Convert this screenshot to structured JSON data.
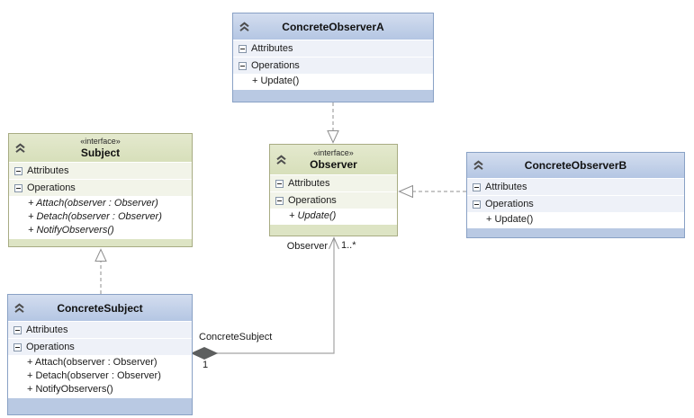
{
  "classes": [
    {
      "name": "ConcreteObserverA",
      "attributes_label": "Attributes",
      "operations_label": "Operations",
      "operations": [
        "+ Update()"
      ]
    },
    {
      "stereotype": "«interface»",
      "name": "Subject",
      "attributes_label": "Attributes",
      "operations_label": "Operations",
      "operations": [
        "+ Attach(observer : Observer)",
        "+ Detach(observer : Observer)",
        "+ NotifyObservers()"
      ]
    },
    {
      "stereotype": "«interface»",
      "name": "Observer",
      "attributes_label": "Attributes",
      "operations_label": "Operations",
      "operations": [
        "+ Update()"
      ]
    },
    {
      "name": "ConcreteObserverB",
      "attributes_label": "Attributes",
      "operations_label": "Operations",
      "operations": [
        "+ Update()"
      ]
    },
    {
      "name": "ConcreteSubject",
      "attributes_label": "Attributes",
      "operations_label": "Operations",
      "operations": [
        "+ Attach(observer : Observer)",
        "+ Detach(observer : Observer)",
        "+ NotifyObservers()"
      ]
    }
  ],
  "association": {
    "source_role": "ConcreteSubject",
    "source_multiplicity": "1",
    "target_role": "Observer",
    "target_multiplicity": "1..*"
  },
  "icons": {
    "collapse_chevron": "chevron-double-up-icon",
    "section_toggle": "minus-box-icon"
  },
  "colors": {
    "class_border_blue": "#89a1c5",
    "class_header_blue": "#c2d1e8",
    "class_strip_blue": "#b9c9e3",
    "interface_border_green": "#a8ac83",
    "interface_header_green": "#dde3c4",
    "interface_strip_green": "#dde4c4",
    "section_row_blue": "#eef1f8",
    "section_row_green": "#f2f4e9",
    "connector_gray": "#8f8f8f",
    "association_gray": "#a3a3a3",
    "diamond_fill": "#5d5f5f"
  }
}
